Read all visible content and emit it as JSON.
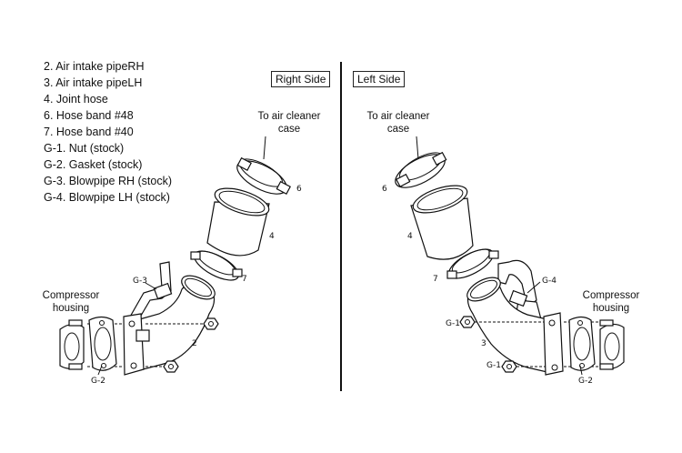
{
  "legend": [
    "2. Air intake pipeRH",
    "3. Air intake pipeLH",
    "4. Joint hose",
    "6. Hose band #48",
    "7. Hose band #40",
    "G-1. Nut (stock)",
    "G-2. Gasket (stock)",
    "G-3. Blowpipe RH (stock)",
    "G-4. Blowpipe LH (stock)"
  ],
  "right": {
    "title": "Right Side",
    "air_cleaner": [
      "To air cleaner",
      "case"
    ],
    "compressor": [
      "Compressor",
      "housing"
    ],
    "parts": {
      "p6": "6",
      "p4": "4",
      "p7": "7",
      "g3": "G-3",
      "p2": "2",
      "g2": "G-2"
    }
  },
  "left": {
    "title": "Left Side",
    "air_cleaner": [
      "To air cleaner",
      "case"
    ],
    "compressor": [
      "Compressor",
      "housing"
    ],
    "parts": {
      "p6": "6",
      "p4": "4",
      "p7": "7",
      "g4": "G-4",
      "g1a": "G-1",
      "p3": "3",
      "g1b": "G-1",
      "g2": "G-2"
    }
  }
}
